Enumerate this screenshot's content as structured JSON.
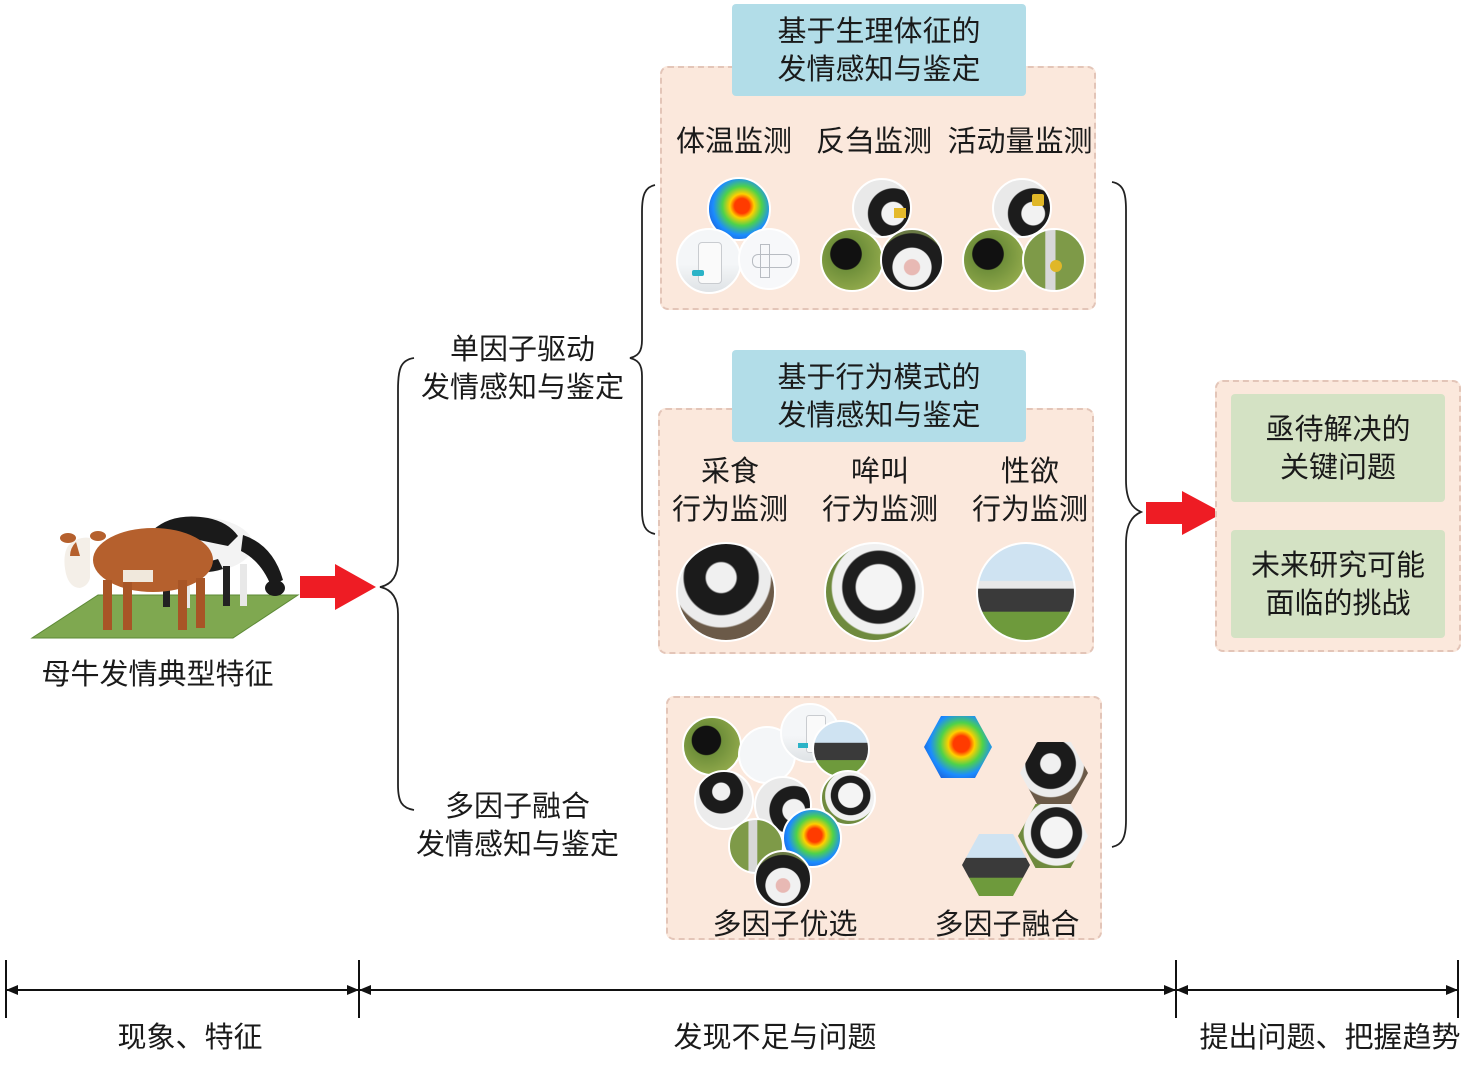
{
  "left": {
    "caption": "母牛发情典型特征"
  },
  "branches": {
    "single": "单因子驱动\n发情感知与鉴定",
    "multi": "多因子融合\n发情感知与鉴定"
  },
  "physio": {
    "header": "基于生理体征的\n发情感知与鉴定",
    "items": [
      "体温监测",
      "反刍监测",
      "活动量监测"
    ]
  },
  "behavior": {
    "header": "基于行为模式的\n发情感知与鉴定",
    "items": [
      "采食\n行为监测",
      "哞叫\n行为监测",
      "性欲\n行为监测"
    ]
  },
  "fusion": {
    "left_label": "多因子优选",
    "right_label": "多因子融合"
  },
  "outcomes": {
    "problems": "亟待解决的\n关键问题",
    "challenges": "未来研究可能\n面临的挑战"
  },
  "timeline": {
    "segments": [
      "现象、特征",
      "发现不足与问题",
      "提出问题、把握趋势"
    ]
  },
  "colors": {
    "arrow_red": "#ee1c24",
    "panel_fill": "#fbe8dc",
    "header_blue": "#b2dde8",
    "box_green": "#d4e2c4"
  }
}
